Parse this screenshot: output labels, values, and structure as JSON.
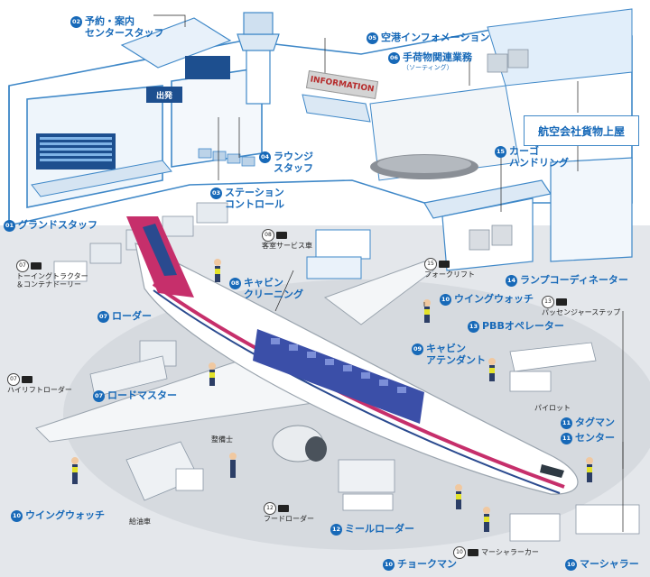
{
  "labels": {
    "yoyaku": {
      "num": "02",
      "line1": "予約・案内",
      "line2": "センタースタッフ"
    },
    "info": {
      "num": "05",
      "text": "空港インフォメーション"
    },
    "tenimotsu": {
      "num": "06",
      "text": "手荷物関連業務",
      "sub": "（ソーティング）"
    },
    "cargo_building": {
      "text": "航空会社貨物上屋"
    },
    "lounge": {
      "num": "04",
      "line1": "ラウンジ",
      "line2": "スタッフ"
    },
    "cargo_handling": {
      "num": "15",
      "line1": "カーゴ",
      "line2": "ハンドリング"
    },
    "station": {
      "num": "03",
      "line1": "ステーション",
      "line2": "コントロール"
    },
    "ground": {
      "num": "01",
      "text": "グランドスタッフ"
    },
    "kyakushitsu_car": {
      "num": "08",
      "text": "客室サービス車"
    },
    "forklift": {
      "num": "15",
      "text": "フォークリフト"
    },
    "towing": {
      "num": "07",
      "line1": "トーイングトラクター",
      "line2": "＆コンテナドーリー"
    },
    "cabin_cleaning": {
      "num": "08",
      "line1": "キャビン",
      "line2": "クリーニング"
    },
    "ramp_coord": {
      "num": "14",
      "text": "ランプコーディネーター"
    },
    "wing_watch_mid": {
      "num": "10",
      "text": "ウイングウォッチ"
    },
    "passenger_step": {
      "num": "13",
      "text": "パッセンジャーステップ"
    },
    "loader": {
      "num": "07",
      "text": "ローダー"
    },
    "pbb": {
      "num": "13",
      "text": "PBBオペレーター"
    },
    "cabin_attendant": {
      "num": "09",
      "line1": "キャビン",
      "line2": "アテンダント"
    },
    "highlift": {
      "num": "07",
      "text": "ハイリフトローダー"
    },
    "load_master": {
      "num": "07",
      "text": "ロードマスター"
    },
    "pilot": {
      "text": "パイロット"
    },
    "tagman": {
      "num": "11",
      "text": "タグマン"
    },
    "center": {
      "num": "11",
      "text": "センター"
    },
    "seibishi": {
      "text": "整備士"
    },
    "wing_watch_left": {
      "num": "10",
      "text": "ウイングウォッチ"
    },
    "food_loader": {
      "num": "12",
      "text": "フードローダー"
    },
    "kyuyusha": {
      "text": "給油車"
    },
    "meal_loader": {
      "num": "12",
      "text": "ミールローダー"
    },
    "marshaller_car": {
      "num": "10",
      "text": "マーシャラーカー"
    },
    "chalkman": {
      "num": "10",
      "text": "チョークマン"
    },
    "marshaller": {
      "num": "10",
      "text": "マーシャラー"
    }
  },
  "signs": {
    "information": "INFORMATION",
    "departure": "出発"
  },
  "colors": {
    "label_blue": "#1769b8",
    "building_line": "#3f88c8",
    "apron": "#dfe2e6",
    "fuselage_stripe": "#c62f6b",
    "tail": "#c62f6b"
  }
}
